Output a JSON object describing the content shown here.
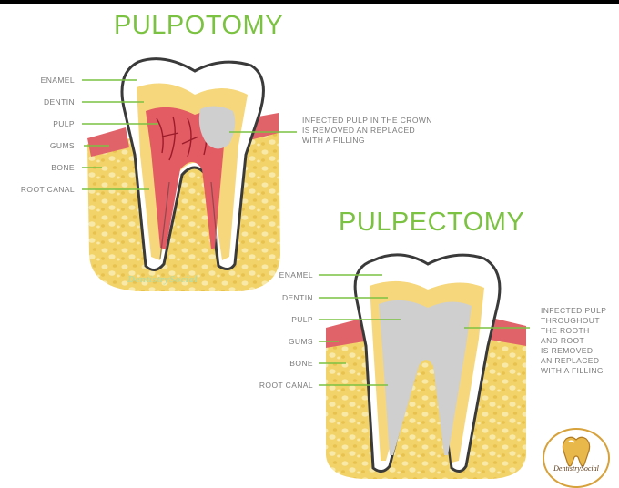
{
  "pulpotomy": {
    "title": "PULPOTOMY",
    "labels": [
      "ENAMEL",
      "DENTIN",
      "PULP",
      "GUMS",
      "BONE",
      "ROOT CANAL"
    ],
    "note": [
      "INFECTED PULP IN THE CROWN",
      "IS REMOVED AN REPLACED",
      "WITH A FILLING"
    ]
  },
  "pulpectomy": {
    "title": "PULPECTOMY",
    "labels": [
      "ENAMEL",
      "DENTIN",
      "PULP",
      "GUMS",
      "BONE",
      "ROOT CANAL"
    ],
    "note": [
      "INFECTED PULP",
      "THROUGHOUT",
      "THE ROOTH",
      "AND ROOT",
      "IS REMOVED",
      "AN REPLACED",
      "WITH A FILLING"
    ]
  },
  "watermark": "DentistrySocial",
  "logo_text": "DentistrySocial",
  "colors": {
    "accent_green": "#7cc242",
    "bone": "#f2d36a",
    "gum": "#e1636a",
    "dentin": "#f6d77b",
    "pulp": "#e35b63",
    "filling": "#cfcfcf",
    "enamel": "#ffffff",
    "outline": "#3a3a3a"
  }
}
